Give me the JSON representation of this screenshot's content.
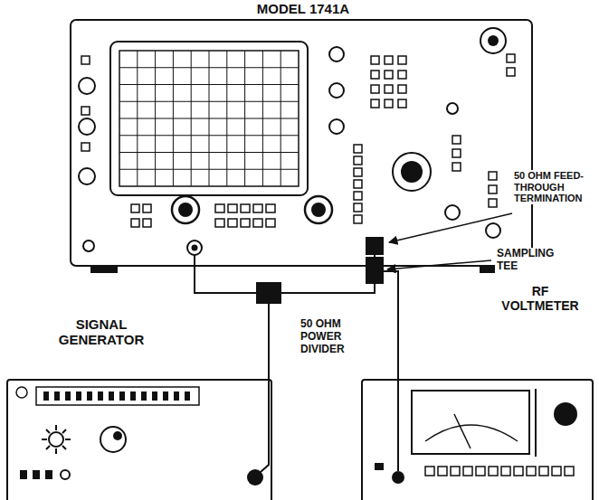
{
  "diagram": {
    "nodes": [
      {
        "text": [
          "MODEL 1741A"
        ]
      },
      {
        "text": [
          "SIGNAL GENERATOR"
        ]
      },
      {
        "text": [
          "50 OHM POWER DIVIDER"
        ]
      },
      {
        "text": [
          "50 OHM FEED-THROUGH TERMINATION"
        ]
      },
      {
        "text": [
          "SAMPLING TEE"
        ]
      },
      {
        "text": [
          "RF VOLTMETER"
        ]
      }
    ],
    "edges": [
      {
        "from": 1,
        "to": 2,
        "arrow": "none"
      },
      {
        "from": 2,
        "to": 0,
        "arrow": "none"
      },
      {
        "from": 2,
        "to": 4,
        "arrow": "none"
      },
      {
        "from": 4,
        "to": 3,
        "arrow": "none"
      },
      {
        "from": 4,
        "to": 5,
        "arrow": "none"
      }
    ]
  }
}
